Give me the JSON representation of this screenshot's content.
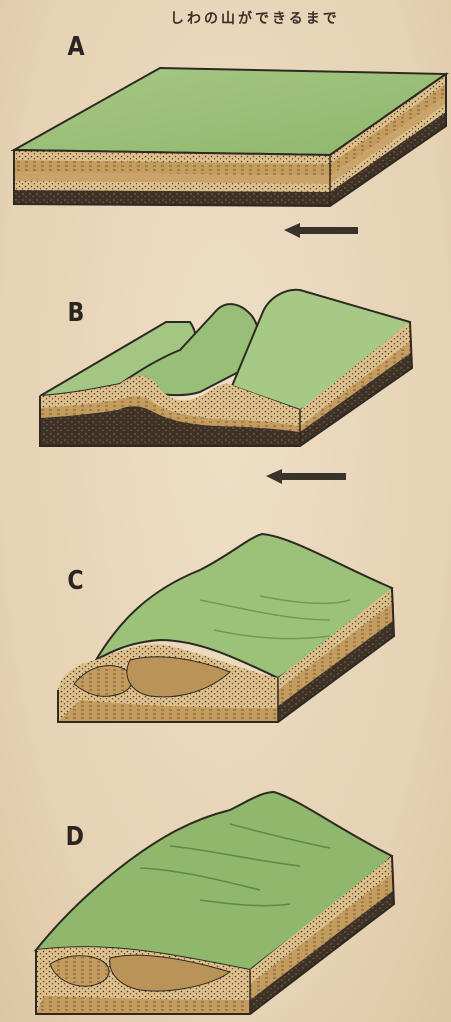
{
  "title": "しわの山ができるまで",
  "stages": [
    {
      "label": "A"
    },
    {
      "label": "B"
    },
    {
      "label": "C"
    },
    {
      "label": "D"
    }
  ],
  "colors": {
    "grass": "#9cc27a",
    "grass_dark": "#6f9a52",
    "sand": "#d9b981",
    "mud": "#b99357",
    "dark_soil": "#3e3226",
    "arrow": "#3a332c"
  },
  "arrows": [
    {
      "direction": "left"
    },
    {
      "direction": "left"
    }
  ]
}
